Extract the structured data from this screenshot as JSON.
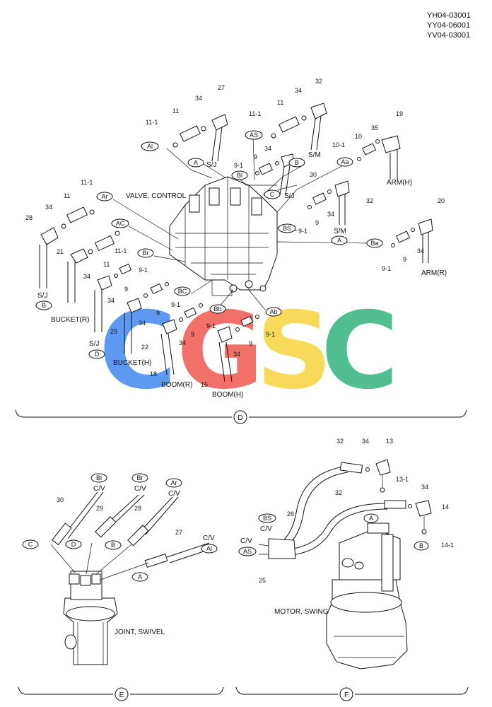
{
  "codes": [
    "YH04-03001",
    "YY04-06001",
    "YV04-03001"
  ],
  "watermark": {
    "letters": [
      "C",
      "G",
      "S",
      "C"
    ],
    "colors": [
      "#4d8ff0",
      "#f0625a",
      "#f8d74a",
      "#3fb886"
    ]
  },
  "sections": {
    "D": {
      "tag": "D",
      "caption": "VALVE, CONTROL"
    },
    "E": {
      "tag": "E",
      "caption": "JOINT, SWIVEL"
    },
    "F": {
      "tag": "F",
      "caption": "MOTOR, SWING"
    }
  },
  "ovals": {
    "Al": "Al",
    "A": "A",
    "AS": "AS",
    "B": "B",
    "Bl": "Bl",
    "C": "C",
    "Aa": "Aa",
    "Ar": "Ar",
    "BS": "BS",
    "AC": "AC",
    "Br": "Br",
    "BC": "BC",
    "Bb": "Bb",
    "Ab": "Ab",
    "Ba": "Ba",
    "D": "D"
  },
  "port_labels": {
    "SJ": "S/J",
    "SM": "S/M",
    "CV": "C/V",
    "ARM_H": "ARM(H)",
    "ARM_R": "ARM(R)",
    "BUCKET_R": "BUCKET(R)",
    "BUCKET_H": "BUCKET(H)",
    "BOOM_R": "BOOM(R)",
    "BOOM_H": "BOOM(H)"
  },
  "parts": {
    "p9": "9",
    "p9_1": "9-1",
    "p10": "10",
    "p10_1": "10-1",
    "p11": "11",
    "p11_1": "11-1",
    "p13": "13",
    "p13_1": "13-1",
    "p14": "14",
    "p14_1": "14-1",
    "p16": "16",
    "p18": "18",
    "p19": "19",
    "p20": "20",
    "p21": "21",
    "p22": "22",
    "p25": "25",
    "p26": "26",
    "p27": "27",
    "p28": "28",
    "p29": "29",
    "p30": "30",
    "p32": "32",
    "p34": "34",
    "p35": "35"
  }
}
